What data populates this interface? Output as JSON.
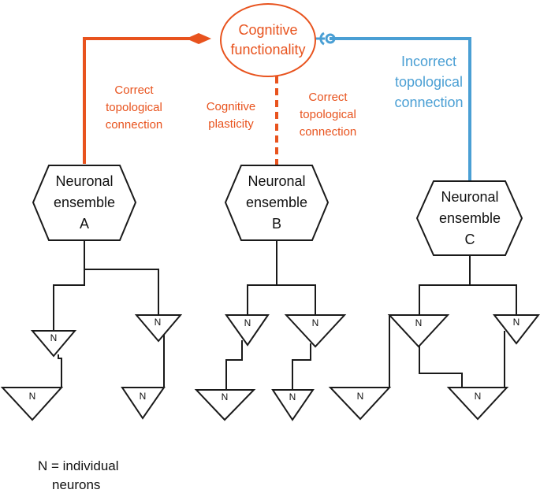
{
  "colors": {
    "correct": "#e8531e",
    "incorrect": "#4a9fd4",
    "structure": "#1a1a1a"
  },
  "center": {
    "line1": "Cognitive",
    "line2": "functionality"
  },
  "labels": {
    "correct_a": [
      "Correct",
      "topological",
      "connection"
    ],
    "plasticity": [
      "Cognitive",
      "plasticity"
    ],
    "correct_b": [
      "Correct",
      "topological",
      "connection"
    ],
    "incorrect_c": [
      "Incorrect",
      "topological",
      "connection"
    ]
  },
  "ensembles": [
    {
      "id": "a",
      "line1": "Neuronal",
      "line2": "ensemble",
      "line3": "A"
    },
    {
      "id": "b",
      "line1": "Neuronal",
      "line2": "ensemble",
      "line3": "B"
    },
    {
      "id": "c",
      "line1": "Neuronal",
      "line2": "ensemble",
      "line3": "C"
    }
  ],
  "neuron_letter": "N",
  "legend": {
    "line1": "N = individual",
    "line2": "neurons"
  }
}
